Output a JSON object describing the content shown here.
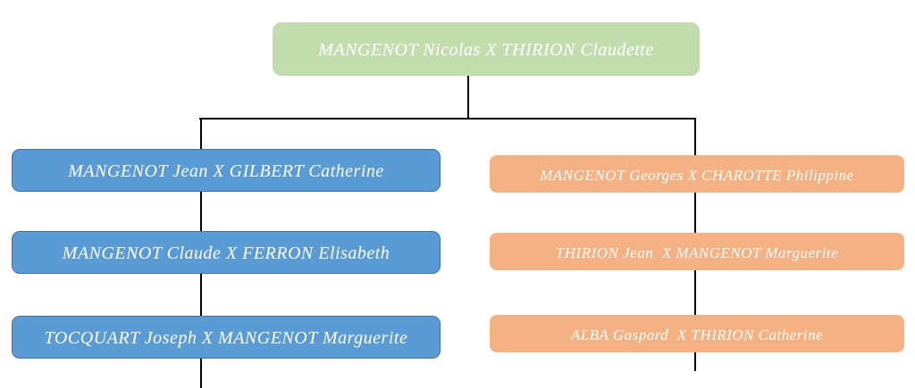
{
  "tree": {
    "root": {
      "label": "MANGENOT Nicolas X THIRION Claudette"
    },
    "left": [
      {
        "label": "MANGENOT Jean X GILBERT Catherine"
      },
      {
        "label": "MANGENOT Claude X FERRON Elisabeth"
      },
      {
        "label": "TOCQUART Joseph X MANGENOT Marguerite"
      }
    ],
    "right": [
      {
        "label": "MANGENOT Georges X CHAROTTE Philippine"
      },
      {
        "label": "THIRION Jean  X MANGENOT Marguerite"
      },
      {
        "label": "ALBA Gaspard  X THIRION Catherine"
      }
    ]
  },
  "colors": {
    "background": "#ffffff",
    "root_fill": "#c3dcae",
    "left_fill": "#5b9bd5",
    "left_border": "#41719c",
    "right_fill": "#f4b183",
    "connector": "#000000",
    "label_text": "#ffffff"
  }
}
